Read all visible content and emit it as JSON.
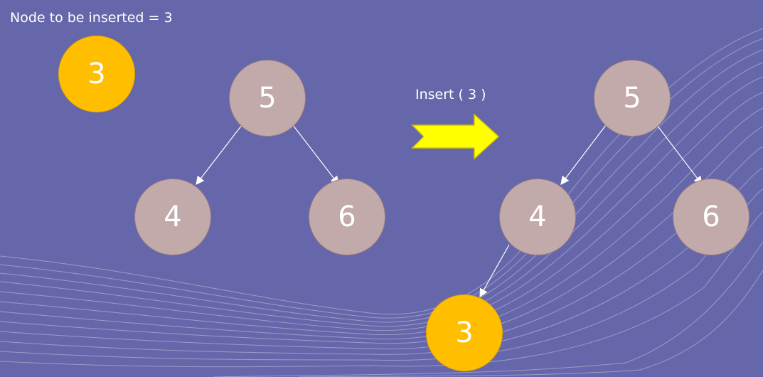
{
  "title_text": "Node to be inserted = 3",
  "operation_label": "Insert ( 3 )",
  "colors": {
    "background": "#6567aa",
    "tree_node": "#c2a9aa",
    "new_node": "#ffbf00",
    "arrow_fill": "#ffff00",
    "edge": "#ffffff"
  },
  "new_node_value": "3",
  "before_tree": {
    "root": "5",
    "left": "4",
    "right": "6"
  },
  "after_tree": {
    "root": "5",
    "left": "4",
    "right": "6",
    "left_left": "3"
  }
}
